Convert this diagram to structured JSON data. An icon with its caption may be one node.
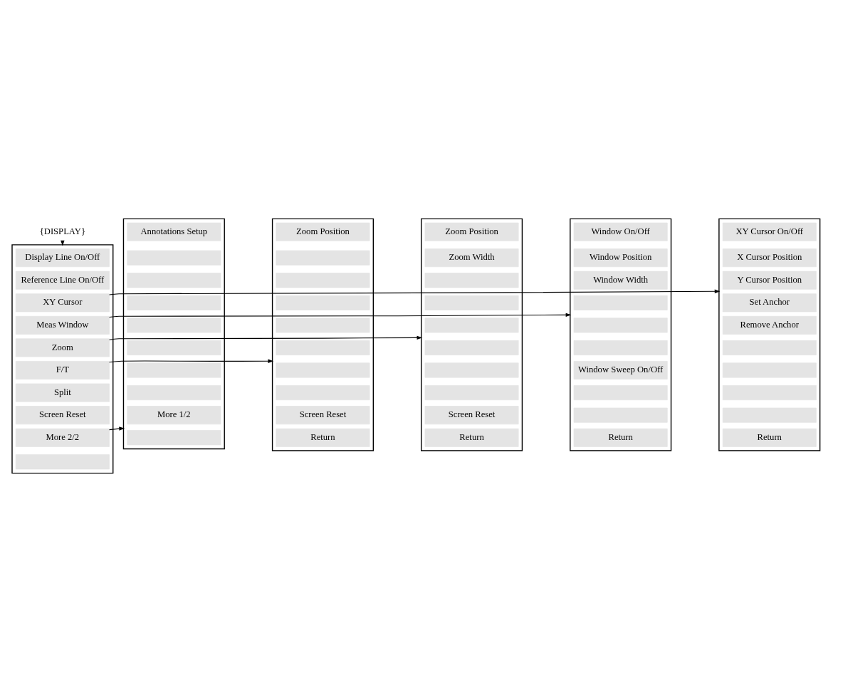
{
  "diagram": {
    "nodes": [
      {
        "text": [
          "{DISPLAY}"
        ]
      },
      {
        "text": [],
        "shape": "bracket"
      },
      {
        "text": [
          "Display Line On/Off"
        ],
        "in": 1
      },
      {
        "text": [
          "Reference Line On/Off"
        ],
        "in": 1
      },
      {
        "text": [
          "XY Cursor"
        ],
        "in": 1
      },
      {
        "text": [
          "Meas Window"
        ],
        "in": 1
      },
      {
        "text": [
          "Zoom"
        ],
        "in": 1
      },
      {
        "text": [
          "F/T"
        ],
        "in": 1
      },
      {
        "text": [
          "Split"
        ],
        "in": 1
      },
      {
        "text": [
          "Screen Reset"
        ],
        "in": 1
      },
      {
        "text": [
          "More 2/2"
        ],
        "in": 1
      },
      {
        "text": [],
        "shape": "box",
        "in": 1
      },
      {
        "text": [],
        "shape": "bracket"
      },
      {
        "text": [
          "Window On/Off"
        ],
        "in": 12
      },
      {
        "text": [
          "Window Position"
        ],
        "in": 12
      },
      {
        "text": [
          "Window Width"
        ],
        "in": 12
      },
      {
        "text": [],
        "shape": "box",
        "in": 12
      },
      {
        "text": [],
        "shape": "box",
        "in": 12
      },
      {
        "text": [],
        "shape": "box",
        "in": 12
      },
      {
        "text": [
          "Window Sweep On/Off"
        ],
        "in": 12
      },
      {
        "text": [],
        "shape": "box",
        "in": 12
      },
      {
        "text": [],
        "shape": "box",
        "in": 12
      },
      {
        "text": [
          "Return"
        ],
        "in": 12
      },
      {
        "text": [],
        "shape": "bracket"
      },
      {
        "text": [
          "XY Cursor On/Off"
        ],
        "in": 23
      },
      {
        "text": [
          "X Cursor Position"
        ],
        "in": 23
      },
      {
        "text": [
          "Y Cursor Position"
        ],
        "in": 23
      },
      {
        "text": [
          "Set Anchor"
        ],
        "in": 23
      },
      {
        "text": [
          "Remove Anchor"
        ],
        "in": 23
      },
      {
        "text": [],
        "shape": "box",
        "in": 23
      },
      {
        "text": [],
        "shape": "box",
        "in": 23
      },
      {
        "text": [],
        "shape": "box",
        "in": 23
      },
      {
        "text": [],
        "shape": "box",
        "in": 23
      },
      {
        "text": [
          "Return"
        ],
        "in": 23
      },
      {
        "text": [],
        "shape": "bracket"
      },
      {
        "text": [
          "Annotations Setup"
        ],
        "in": 34
      },
      {
        "text": [],
        "shape": "box",
        "in": 34
      },
      {
        "text": [],
        "shape": "box",
        "in": 34
      },
      {
        "text": [],
        "shape": "box",
        "in": 34
      },
      {
        "text": [],
        "shape": "box",
        "in": 34
      },
      {
        "text": [],
        "shape": "box",
        "in": 34
      },
      {
        "text": [],
        "shape": "box",
        "in": 34
      },
      {
        "text": [],
        "shape": "box",
        "in": 34
      },
      {
        "text": [
          "More 1/2"
        ],
        "in": 34
      },
      {
        "text": [],
        "shape": "box",
        "in": 34
      },
      {
        "text": [],
        "shape": "bracket"
      },
      {
        "text": [
          "Zoom Position"
        ],
        "in": 45
      },
      {
        "text": [],
        "shape": "box",
        "in": 45
      },
      {
        "text": [],
        "shape": "box",
        "in": 45
      },
      {
        "text": [],
        "shape": "box",
        "in": 45
      },
      {
        "text": [],
        "shape": "box",
        "in": 45
      },
      {
        "text": [],
        "shape": "box",
        "in": 45
      },
      {
        "text": [],
        "shape": "box",
        "in": 45
      },
      {
        "text": [],
        "shape": "box",
        "in": 45
      },
      {
        "text": [
          "Screen Reset"
        ],
        "in": 45
      },
      {
        "text": [
          "Return"
        ],
        "in": 45
      },
      {
        "text": [],
        "shape": "bracket"
      },
      {
        "text": [
          "Zoom Position"
        ],
        "in": 56
      },
      {
        "text": [
          "Zoom Width"
        ],
        "in": 56
      },
      {
        "text": [],
        "shape": "box",
        "in": 56
      },
      {
        "text": [],
        "shape": "box",
        "in": 56
      },
      {
        "text": [],
        "shape": "box",
        "in": 56
      },
      {
        "text": [],
        "shape": "box",
        "in": 56
      },
      {
        "text": [],
        "shape": "box",
        "in": 56
      },
      {
        "text": [],
        "shape": "box",
        "in": 56
      },
      {
        "text": [
          "Screen Reset"
        ],
        "in": 56
      },
      {
        "text": [
          "Return"
        ],
        "in": 56
      }
    ],
    "edges": [
      {
        "from": 0,
        "to": 1,
        "arrow": "to"
      },
      {
        "from": 4,
        "to": 23,
        "arrow": "to"
      },
      {
        "from": 5,
        "to": 12,
        "arrow": "to"
      },
      {
        "from": 6,
        "to": 56,
        "arrow": "to"
      },
      {
        "from": 7,
        "to": 45,
        "arrow": "to"
      },
      {
        "from": 10,
        "to": 34,
        "arrow": "to"
      }
    ]
  }
}
